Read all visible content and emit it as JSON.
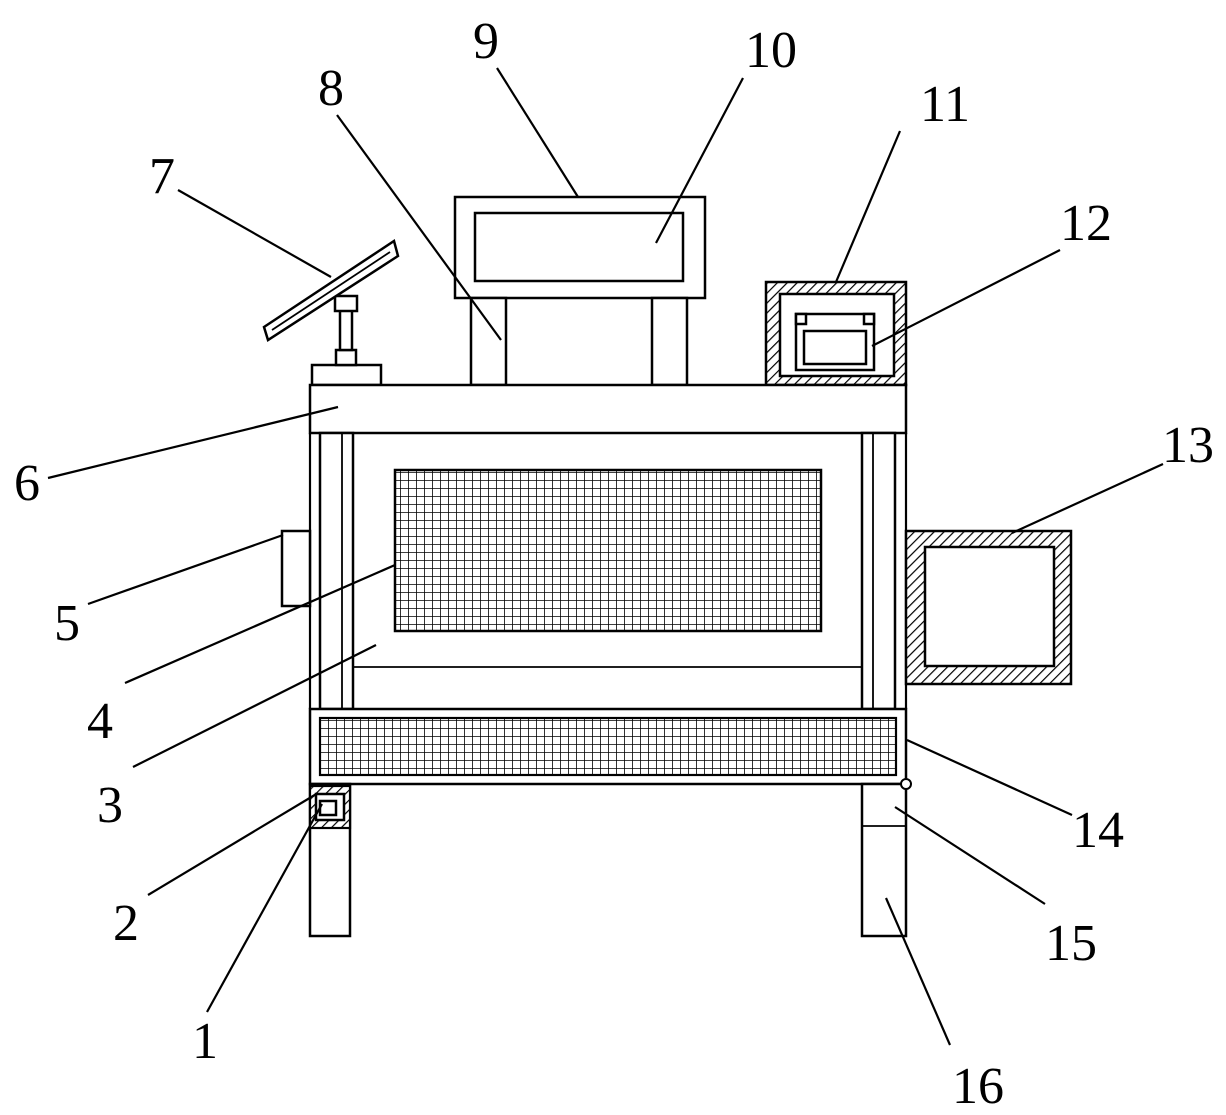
{
  "figure": {
    "callouts": [
      {
        "id": "1",
        "text": "1"
      },
      {
        "id": "2",
        "text": "2"
      },
      {
        "id": "3",
        "text": "3"
      },
      {
        "id": "4",
        "text": "4"
      },
      {
        "id": "5",
        "text": "5"
      },
      {
        "id": "6",
        "text": "6"
      },
      {
        "id": "7",
        "text": "7"
      },
      {
        "id": "8",
        "text": "8"
      },
      {
        "id": "9",
        "text": "9"
      },
      {
        "id": "10",
        "text": "10"
      },
      {
        "id": "11",
        "text": "11"
      },
      {
        "id": "12",
        "text": "12"
      },
      {
        "id": "13",
        "text": "13"
      },
      {
        "id": "14",
        "text": "14"
      },
      {
        "id": "15",
        "text": "15"
      },
      {
        "id": "16",
        "text": "16"
      }
    ]
  }
}
